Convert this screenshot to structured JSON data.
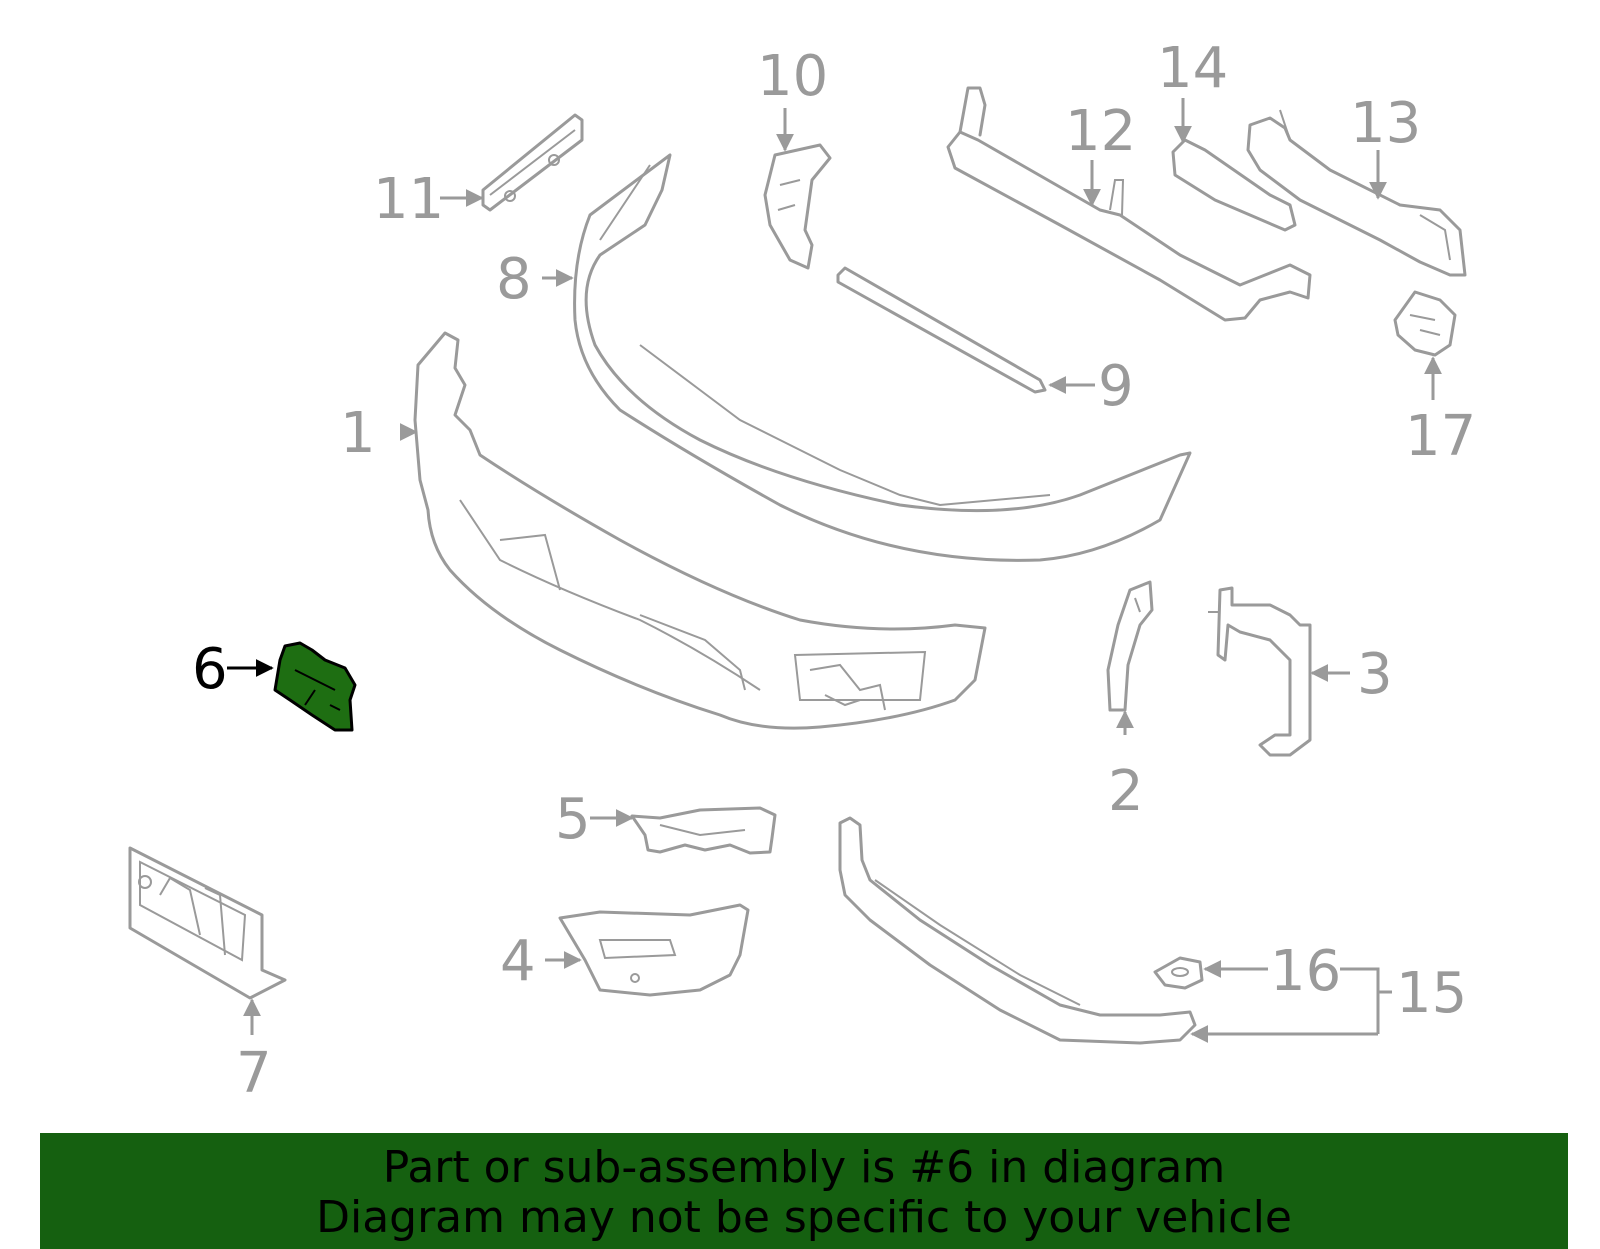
{
  "highlight_color": "#156010",
  "part_color": "#9a9a9a",
  "callouts": {
    "c1": "1",
    "c2": "2",
    "c3": "3",
    "c4": "4",
    "c5": "5",
    "c6": "6",
    "c7": "7",
    "c8": "8",
    "c9": "9",
    "c10": "10",
    "c11": "11",
    "c12": "12",
    "c13": "13",
    "c14": "14",
    "c15": "15",
    "c16": "16",
    "c17": "17"
  },
  "highlighted_part": "6",
  "banner": {
    "line1": "Part or sub-assembly is #6 in diagram",
    "line2": "Diagram may not be specific to your vehicle"
  }
}
